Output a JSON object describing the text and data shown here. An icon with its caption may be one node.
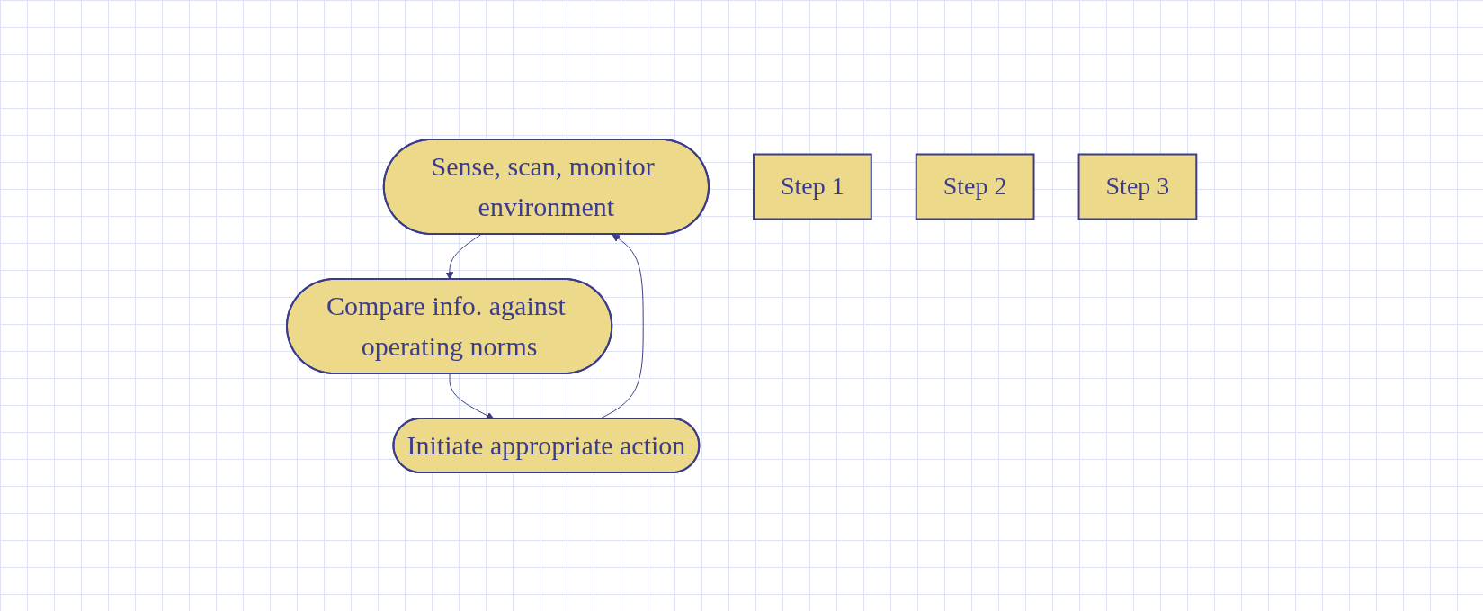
{
  "diagram": {
    "nodes": [
      {
        "text": [
          "Sense, scan, monitor environment"
        ]
      },
      {
        "text": [
          "Compare info. against operating norms"
        ]
      },
      {
        "text": [
          "Initiate appropriate action"
        ]
      },
      {
        "text": [
          "Step 1"
        ]
      },
      {
        "text": [
          "Step 2"
        ]
      },
      {
        "text": [
          "Step 3"
        ]
      }
    ],
    "edges": [
      {
        "from": 0,
        "to": 1,
        "arrow": "to"
      },
      {
        "from": 1,
        "to": 2,
        "arrow": "to"
      },
      {
        "from": 2,
        "to": 0,
        "arrow": "to"
      }
    ]
  }
}
